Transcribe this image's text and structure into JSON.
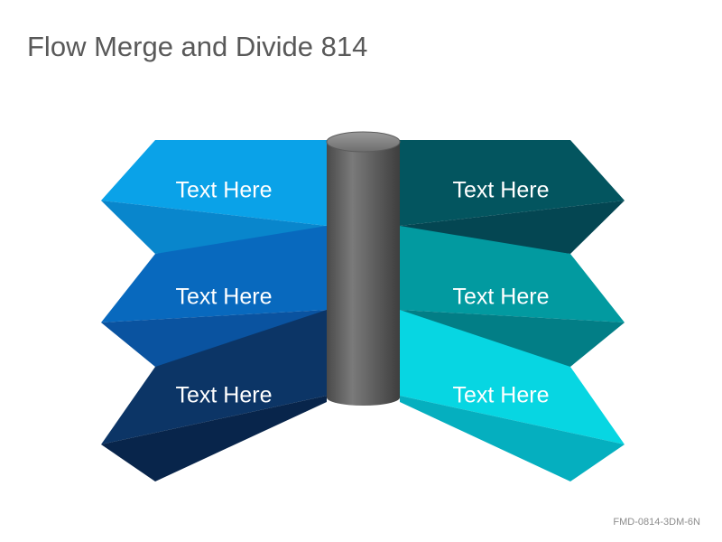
{
  "title": "Flow Merge and Divide 814",
  "code": "FMD-0814-3DM-6N",
  "segments": {
    "left": [
      {
        "label": "Text Here",
        "color": "#0AA2E8"
      },
      {
        "label": "Text Here",
        "color": "#0869BE"
      },
      {
        "label": "Text Here",
        "color": "#0C3566"
      }
    ],
    "right": [
      {
        "label": "Text Here",
        "color": "#03555F"
      },
      {
        "label": "Text Here",
        "color": "#029AA0"
      },
      {
        "label": "Text Here",
        "color": "#07D6E2"
      }
    ]
  },
  "cylinder_color": "#6b6b6b"
}
